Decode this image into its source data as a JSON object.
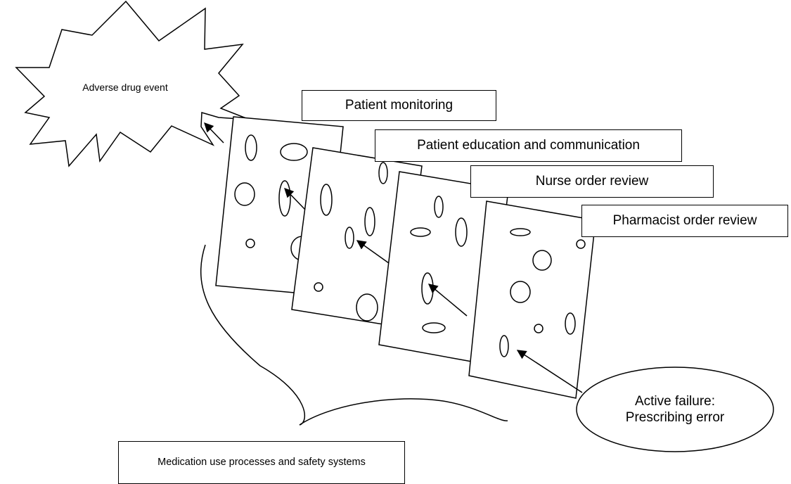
{
  "adverse_event": {
    "label": "Adverse drug event"
  },
  "layers": [
    {
      "label": "Patient monitoring"
    },
    {
      "label": "Patient education and communication"
    },
    {
      "label": "Nurse order review"
    },
    {
      "label": "Pharmacist order review"
    }
  ],
  "active_failure": {
    "label_line1": "Active failure:",
    "label_line2": "Prescribing error"
  },
  "system_label": {
    "label": "Medication use processes and safety systems"
  }
}
